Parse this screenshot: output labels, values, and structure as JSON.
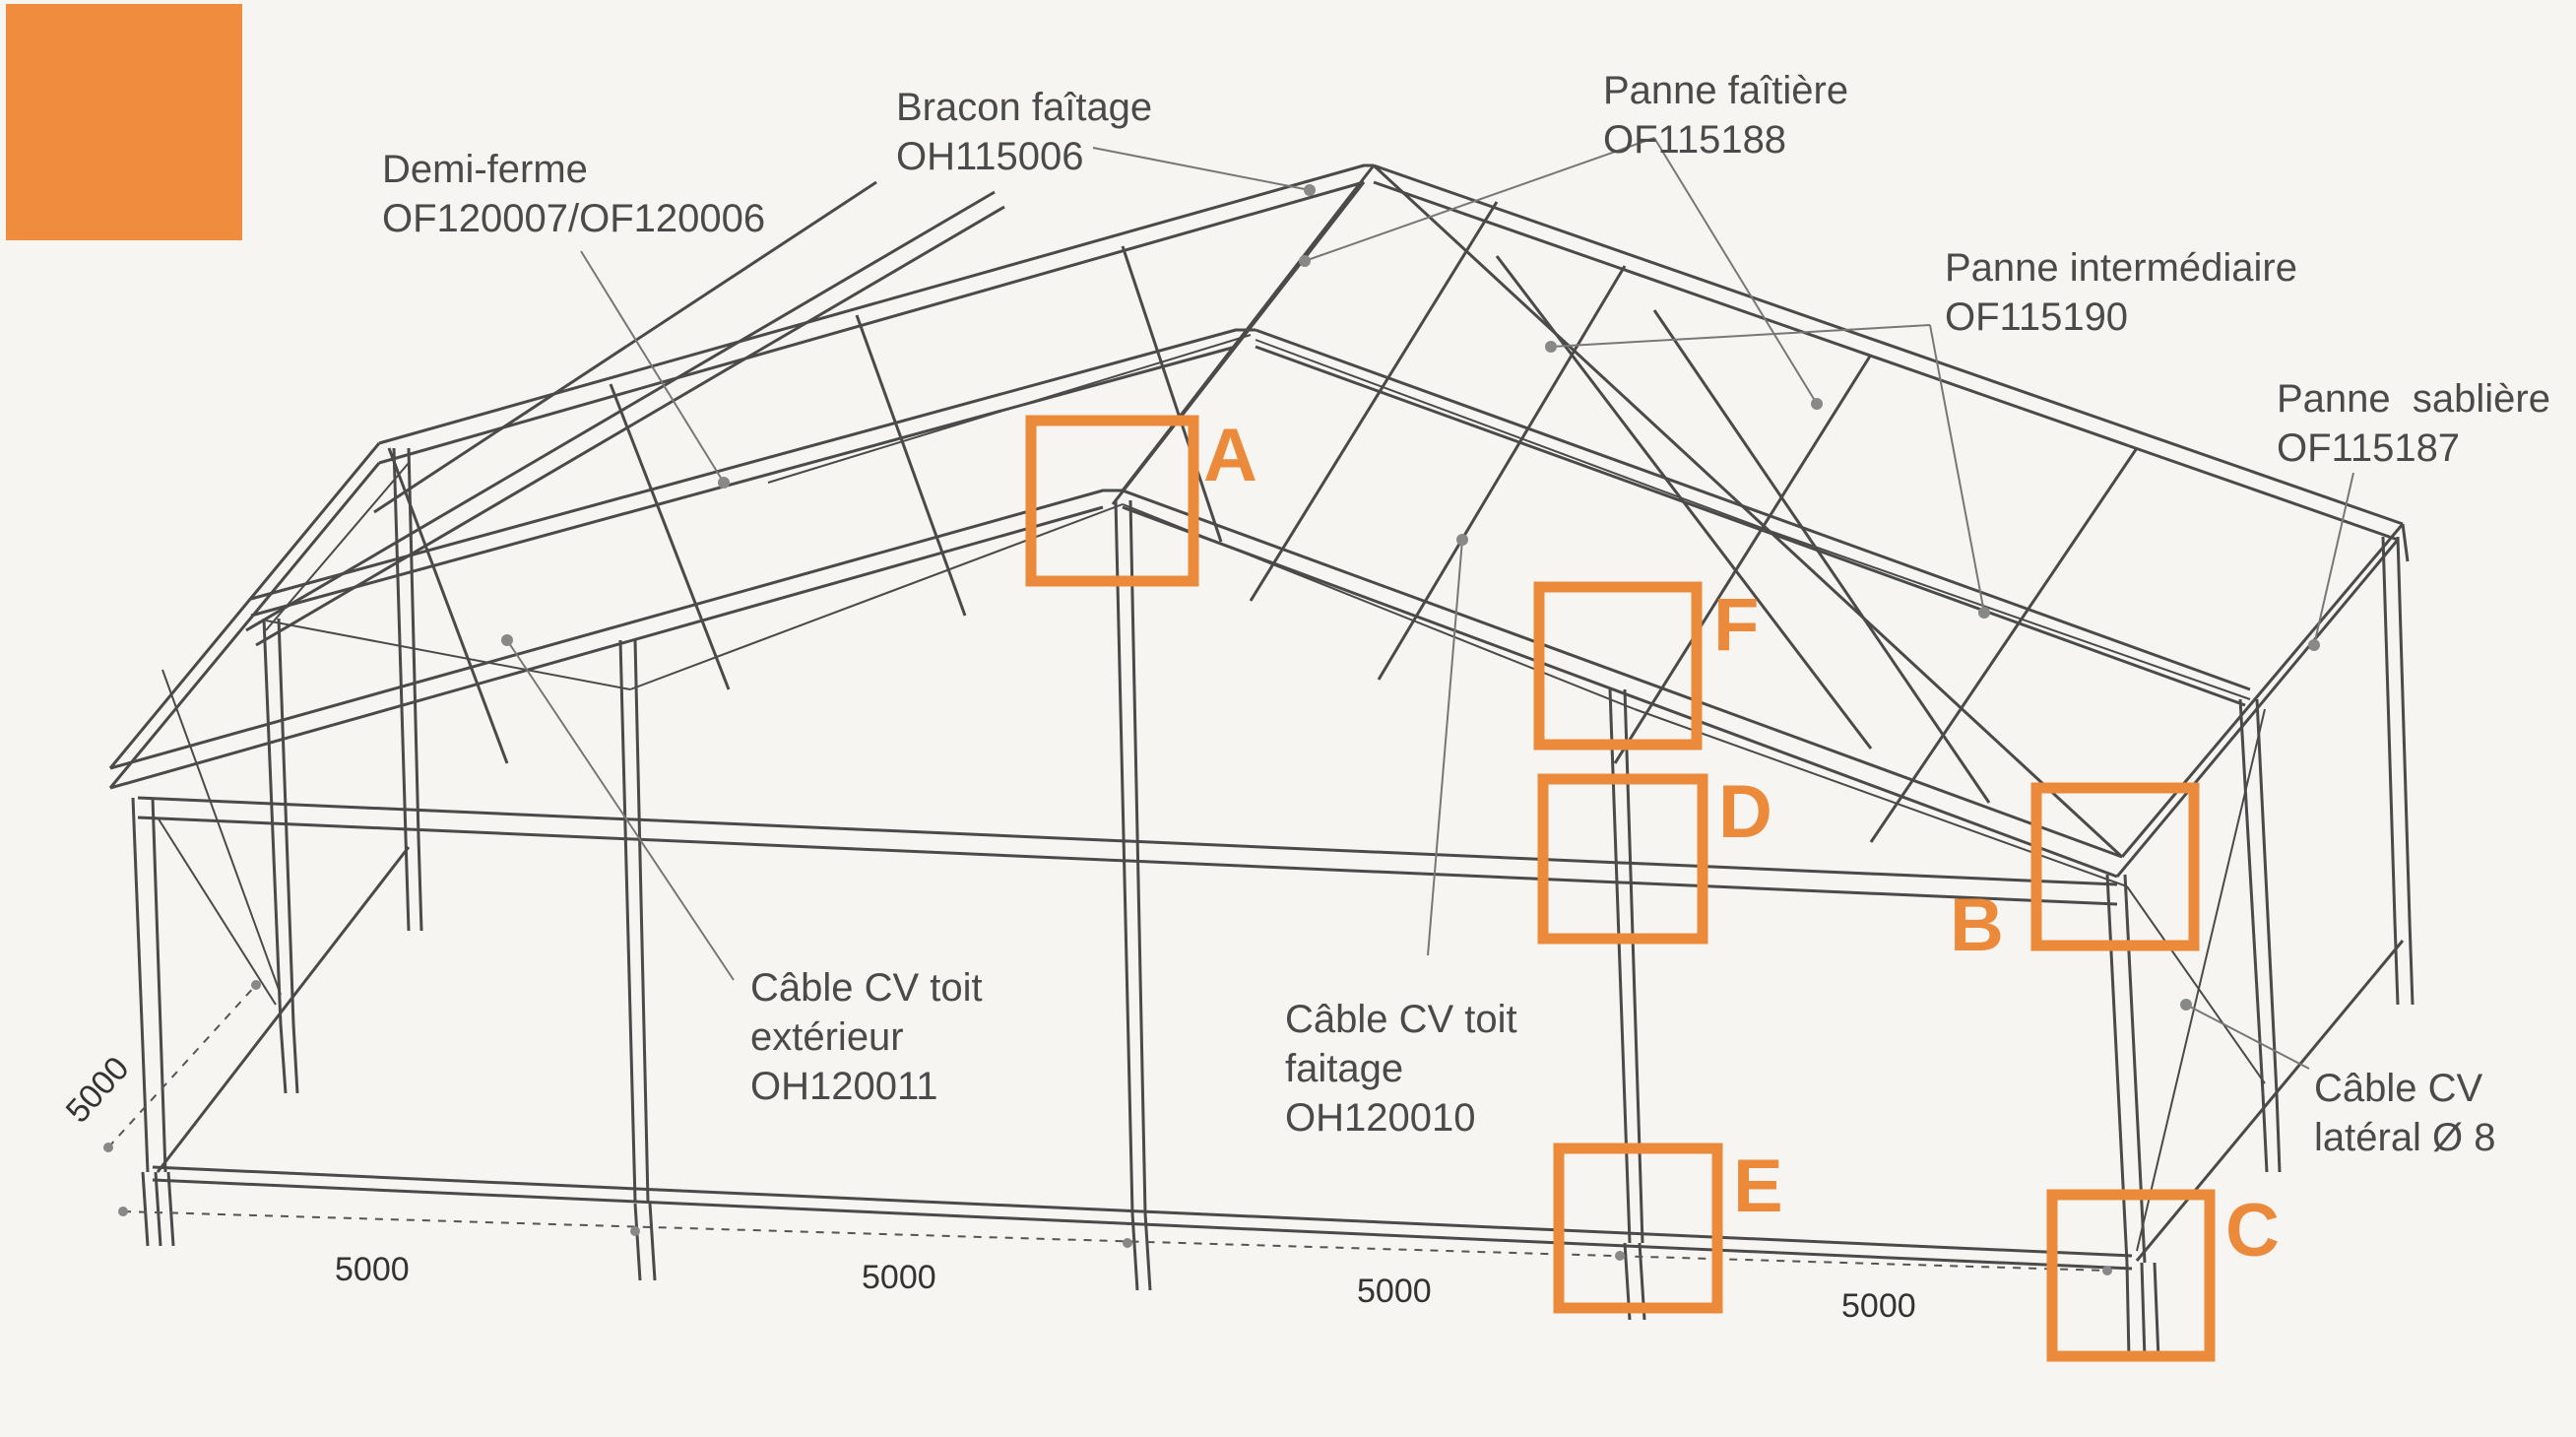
{
  "colors": {
    "accent": "#ec8a3c",
    "swatch": "#ef8c3e",
    "frame": "#4a4a4a"
  },
  "labels": {
    "demi_ferme": {
      "name": "Demi-ferme",
      "code": "OF120007/OF120006"
    },
    "bracon_faitage": {
      "name": "Bracon faîtage",
      "code": "OH115006"
    },
    "panne_faitiere": {
      "name": "Panne faîtière",
      "code": "OF115188"
    },
    "panne_intermediaire": {
      "name": "Panne intermédiaire",
      "code": "OF115190"
    },
    "panne_sabliere": {
      "name": "Panne  sablière",
      "code": "OF115187"
    },
    "cable_exterieur": {
      "line1": "Câble CV toit",
      "line2": "extérieur",
      "code": "OH120011"
    },
    "cable_faitage": {
      "line1": "Câble CV toit",
      "line2": "faitage",
      "code": "OH120010"
    },
    "cable_lateral": {
      "line1": "Câble CV",
      "line2": "latéral Ø 8"
    }
  },
  "detail_markers": [
    "A",
    "B",
    "C",
    "D",
    "E",
    "F"
  ],
  "dimensions": {
    "side": "5000",
    "front": [
      "5000",
      "5000",
      "5000",
      "5000"
    ]
  }
}
